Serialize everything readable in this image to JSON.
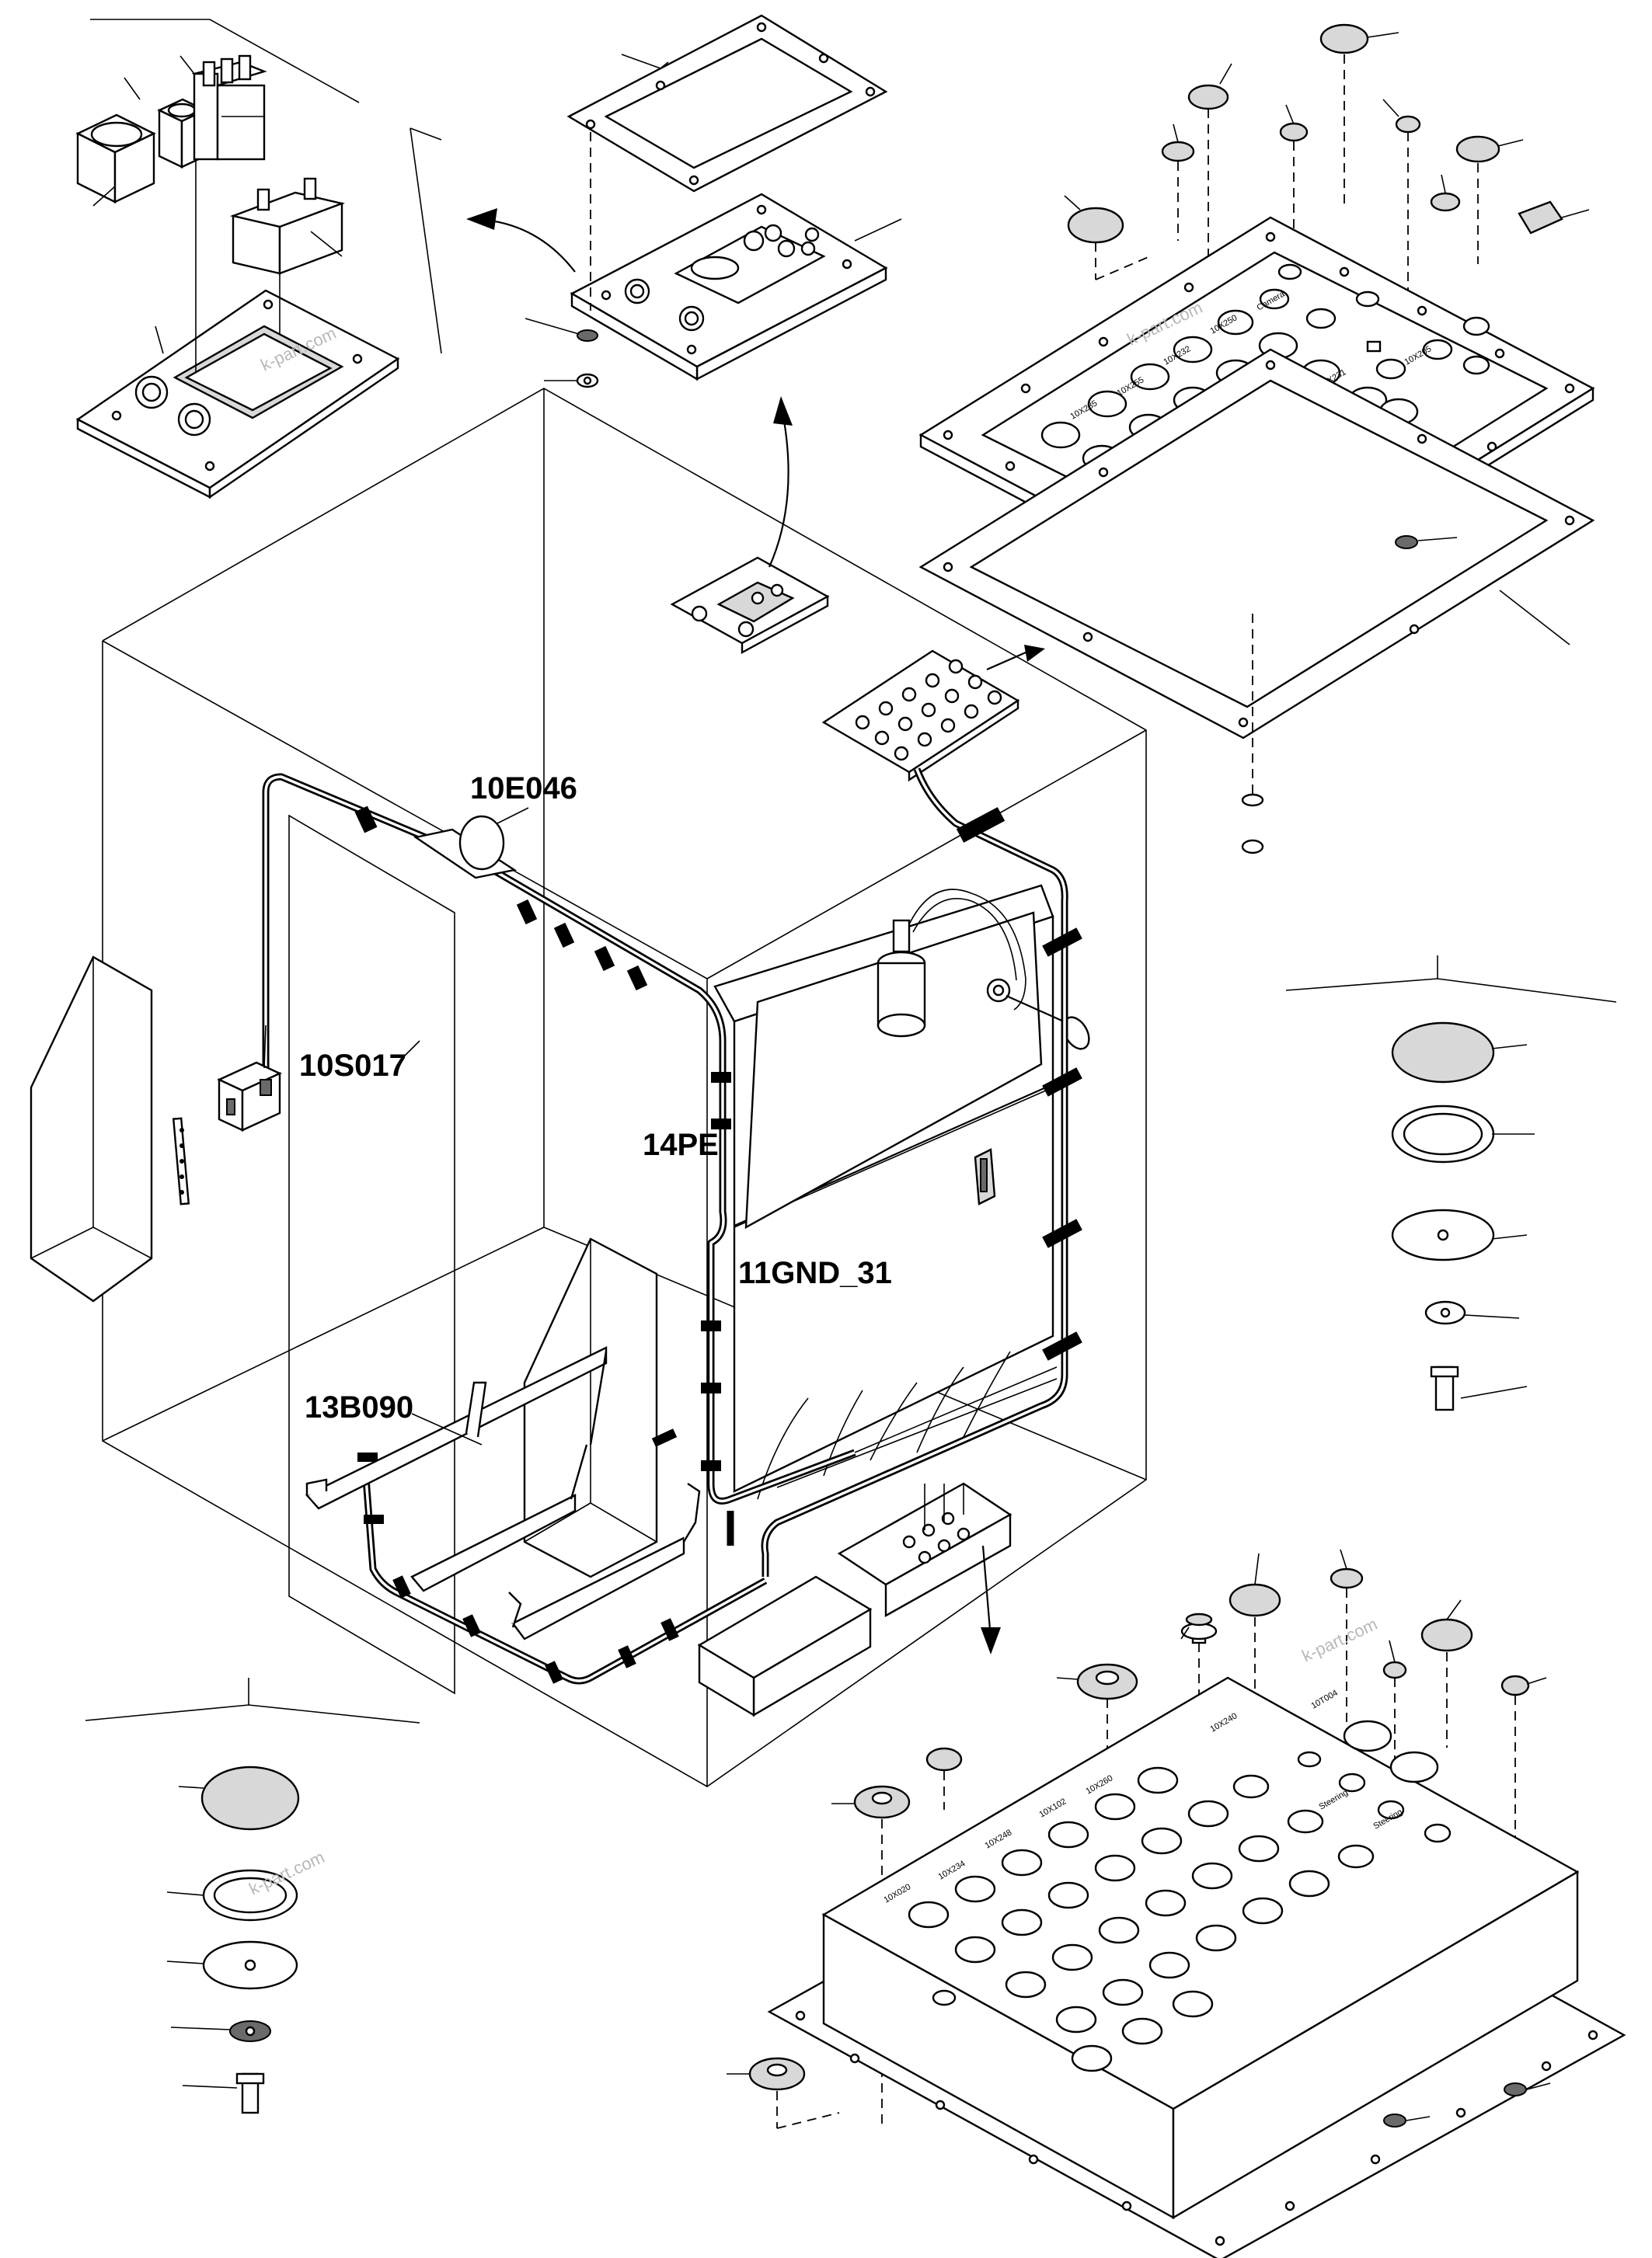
{
  "diagram": {
    "labels": {
      "l1": "10E046",
      "l2": "10S017",
      "l3": "14PE",
      "l4": "11GND_31",
      "l5": "13B090"
    },
    "watermarks": {
      "w1": "k-part.com",
      "w2": "k-part.com",
      "w3": "k-part.com",
      "w4": "k-part.com"
    },
    "colors": {
      "line": "#000000",
      "background": "#ffffff",
      "shade": "#d8d8d8",
      "watermark": "#b8b8b8"
    }
  }
}
